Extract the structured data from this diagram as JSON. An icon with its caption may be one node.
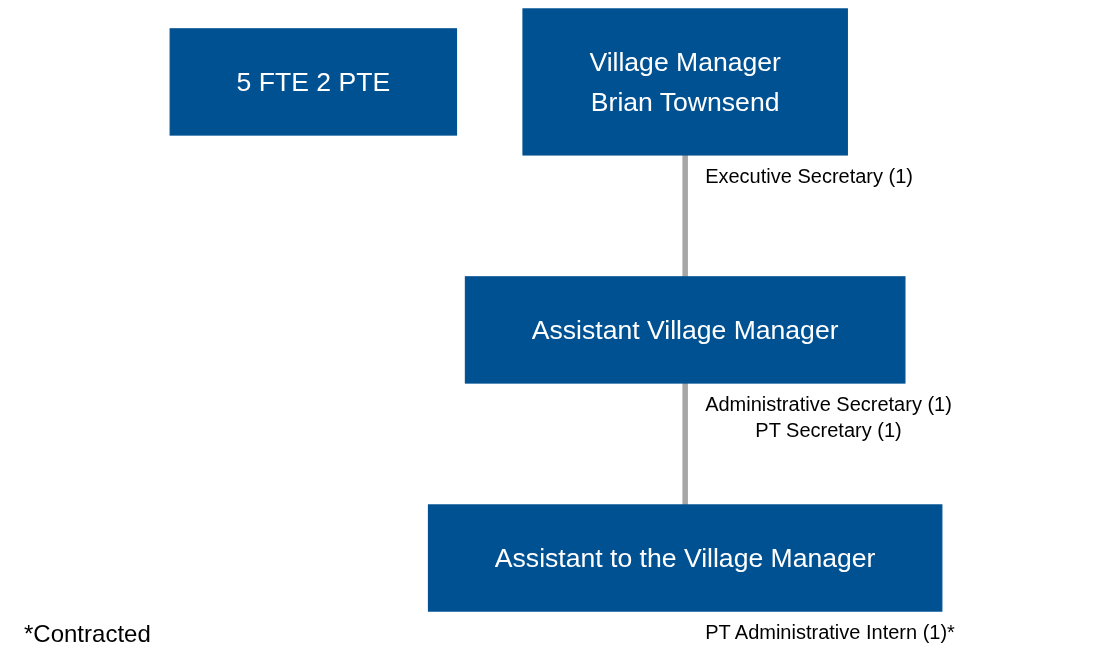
{
  "diagram": {
    "nodes": [
      {
        "text": [
          "5 FTE 2 PTE"
        ]
      },
      {
        "text": [
          "Village Manager",
          "Brian Townsend"
        ],
        "beside": [
          "Executive Secretary (1)"
        ]
      },
      {
        "text": [
          "Assistant Village Manager"
        ],
        "beside": [
          "Administrative Secretary (1)",
          "PT Secretary (1)"
        ]
      },
      {
        "text": [
          "Assistant to the Village Manager"
        ],
        "beside": [
          "PT Administrative Intern (1)*"
        ]
      }
    ],
    "edges": [
      {
        "from": 1,
        "to": 2,
        "arrow": "none"
      },
      {
        "from": 2,
        "to": 3,
        "arrow": "none"
      }
    ],
    "labels": [
      "*Contracted"
    ]
  }
}
